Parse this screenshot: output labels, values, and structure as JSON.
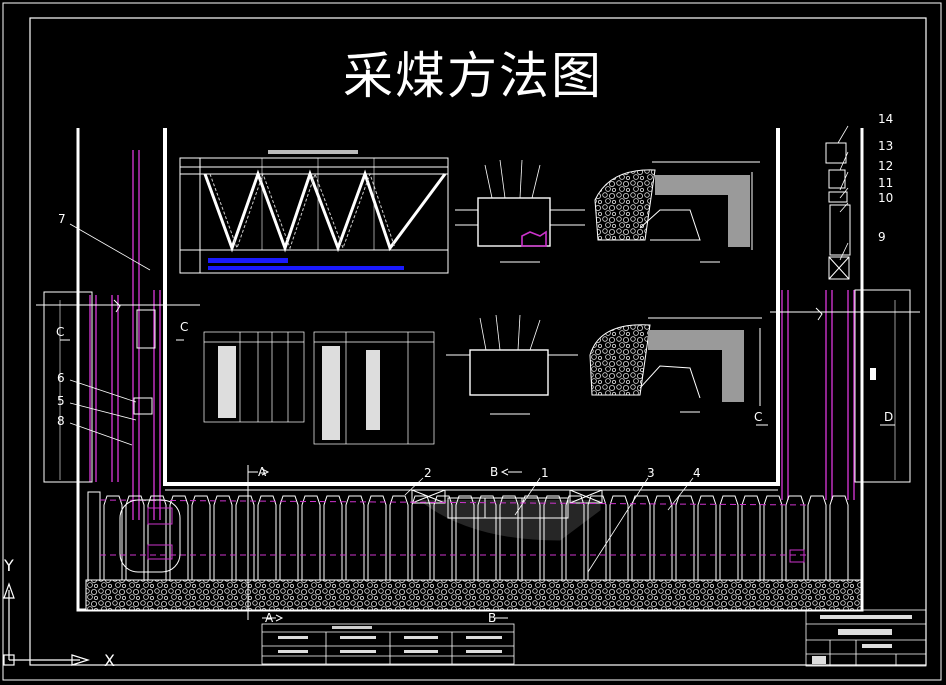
{
  "title": "采煤方法图",
  "axis": {
    "x": "X",
    "y": "Y"
  },
  "callouts": [
    "14",
    "13",
    "12",
    "11",
    "10",
    "9",
    "7",
    "6",
    "5",
    "8",
    "2",
    "1",
    "3",
    "4"
  ],
  "section_labels": {
    "c_left1": "C",
    "c_left2": "C",
    "c_right": "C",
    "d_right": "D",
    "a_top": "A",
    "b_top": "B",
    "a_bottom": "A",
    "b_bottom": "B"
  },
  "colors": {
    "line": "#ffffff",
    "accent": "#cc33cc",
    "blue": "#1a1aff"
  }
}
